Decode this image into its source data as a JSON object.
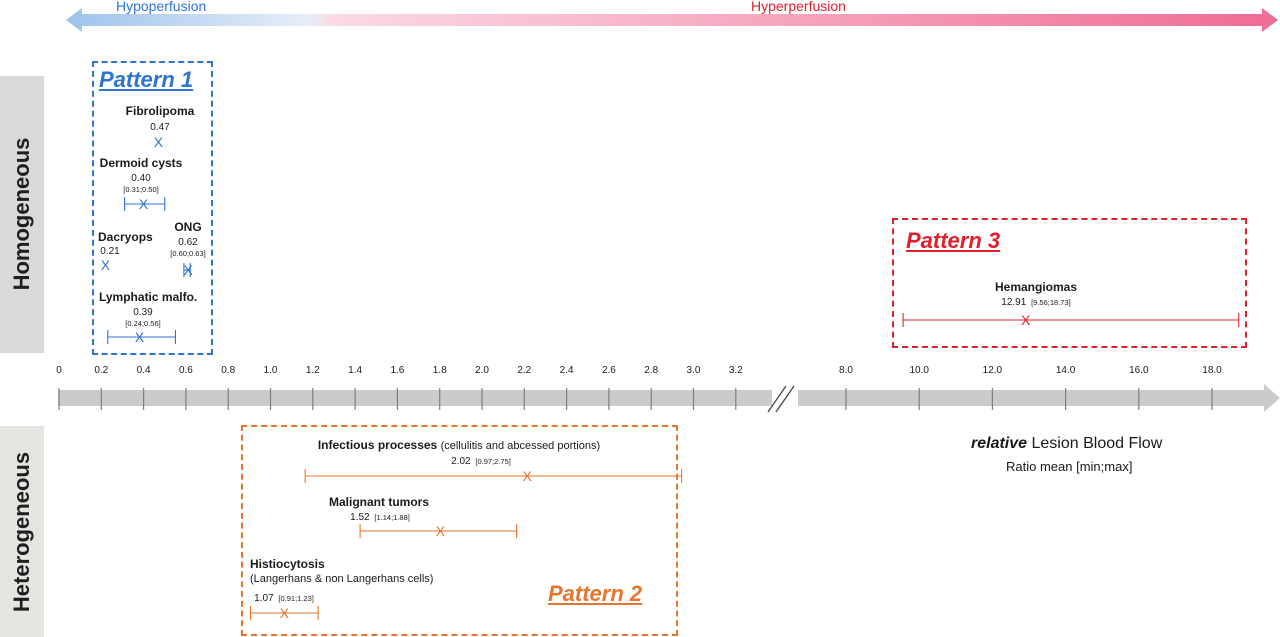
{
  "colors": {
    "blue": "#2f74d0",
    "red": "#e0202f",
    "orange": "#e8742d",
    "axis": "#bfbfbf"
  },
  "top_arrow": {
    "left_label": "Hypoperfusion",
    "right_label": "Hyperperfusion"
  },
  "side_labels": {
    "top": "Homogeneous",
    "bottom": "Heterogeneous"
  },
  "axis": {
    "ticks": [
      "0",
      "0.2",
      "0.4",
      "0.6",
      "0.8",
      "1.0",
      "1.2",
      "1.4",
      "1.6",
      "1.8",
      "2.0",
      "2.2",
      "2.4",
      "2.6",
      "2.8",
      "3.0",
      "3.2",
      "8.0",
      "10.0",
      "12.0",
      "14.0",
      "16.0",
      "18.0"
    ],
    "title_italic": "relative",
    "title_rest": "Lesion Blood Flow",
    "subtitle": "Ratio mean [min;max]"
  },
  "patterns": {
    "p1": {
      "title": "Pattern 1"
    },
    "p2": {
      "title": "Pattern 2"
    },
    "p3": {
      "title": "Pattern 3"
    }
  },
  "lesions": {
    "fibrolipoma": {
      "name": "Fibrolipoma",
      "mean": "0.47",
      "range": ""
    },
    "dermoid": {
      "name": "Dermoid cysts",
      "mean": "0.40",
      "range": "[0.31;0.50]"
    },
    "dacryops": {
      "name": "Dacryops",
      "mean": "0.21",
      "range": ""
    },
    "ong": {
      "name": "ONG",
      "mean": "0.62",
      "range": "[0.60;0.63]"
    },
    "lymphatic": {
      "name": "Lymphatic malfo.",
      "mean": "0.39",
      "range": "[0.24;0.56]"
    },
    "hemangiomas": {
      "name": "Hemangiomas",
      "mean": "12.91",
      "range": "[9.56;18.73]"
    },
    "infectious": {
      "name": "Infectious processes",
      "note": "(cellulitis and abcessed portions)",
      "mean": "2.02",
      "range": "[0.97;2.75]"
    },
    "malignant": {
      "name": "Malignant tumors",
      "mean": "1.52",
      "range": "[1.14;1.88]"
    },
    "histiocytosis": {
      "name": "Histiocytosis",
      "note": "(Langerhans & non Langerhans cells)",
      "mean": "1.07",
      "range": "[0.91;1.23]"
    }
  }
}
